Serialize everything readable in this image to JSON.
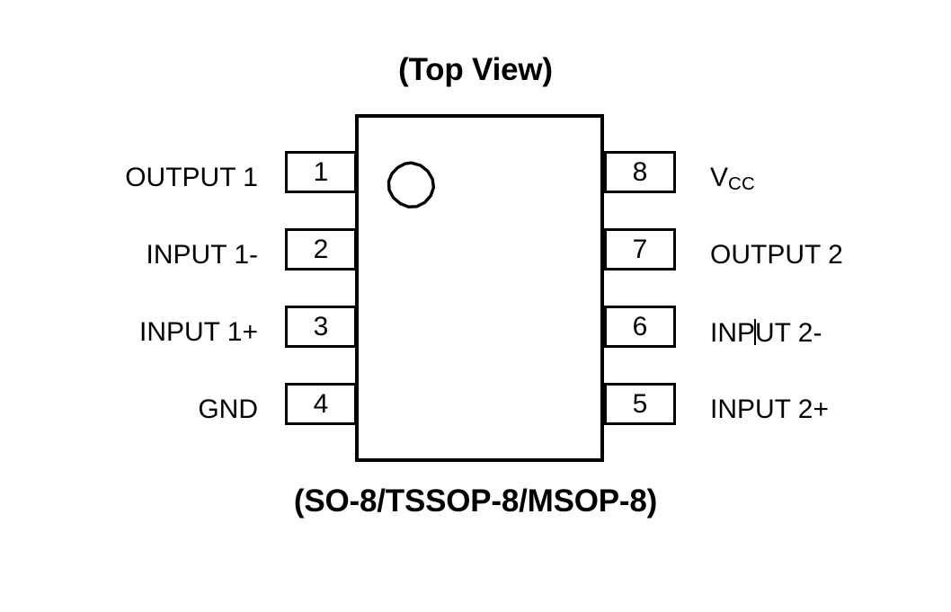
{
  "figure": {
    "title": "(Top View)",
    "package_caption": "(SO-8/TSSOP-8/MSOP-8)",
    "background_color": "#ffffff",
    "line_color": "#000000"
  },
  "package": {
    "marker": "pin1-dot-circle",
    "pin_count": 8
  },
  "pins": {
    "left": [
      {
        "number": "1",
        "label": "OUTPUT 1"
      },
      {
        "number": "2",
        "label": "INPUT 1-"
      },
      {
        "number": "3",
        "label": "INPUT 1+"
      },
      {
        "number": "4",
        "label": "GND"
      }
    ],
    "right": [
      {
        "number": "8",
        "label_text": "V",
        "label_sub": "CC",
        "label": "VCC"
      },
      {
        "number": "7",
        "label": "OUTPUT 2"
      },
      {
        "number": "6",
        "label_before_caret": "INP",
        "label_after_caret": "UT 2-",
        "label": "INPUT 2-"
      },
      {
        "number": "5",
        "label": "INPUT 2+"
      }
    ]
  }
}
